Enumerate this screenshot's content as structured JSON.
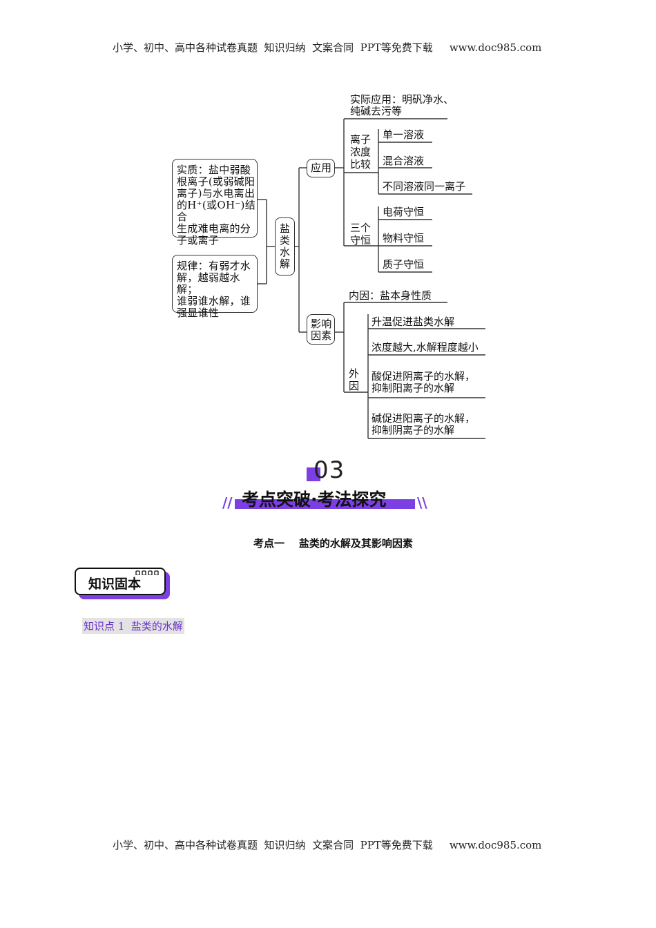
{
  "header": {
    "text": "小学、初中、高中各种试卷真题  知识归纳  文案合同  PPT等免费下载",
    "url": "www.doc985.com"
  },
  "footer": {
    "text": "小学、初中、高中各种试卷真题  知识归纳  文案合同  PPT等免费下载",
    "url": "www.doc985.com"
  },
  "mindmap": {
    "center": [
      "盐",
      "类",
      "水",
      "解"
    ],
    "left_essence": [
      "实质：盐中弱酸",
      "根离子(或弱碱阳",
      "离子)与水电离出",
      "的H⁺(或OH⁻)结合",
      "生成难电离的分",
      "子或离子"
    ],
    "left_rule": [
      "规律：有弱才水",
      "解，越弱越水解；",
      "谁弱谁水解，谁",
      "强显谁性"
    ],
    "application": "应用",
    "practical": [
      "实际应用：明矾净水、",
      "纯碱去污等"
    ],
    "ion_compare": [
      "离子",
      "浓度",
      "比较"
    ],
    "ion_items": [
      "单一溶液",
      "混合溶液",
      "不同溶液同一离子"
    ],
    "three_cons": [
      "三个",
      "守恒"
    ],
    "cons_items": [
      "电荷守恒",
      "物料守恒",
      "质子守恒"
    ],
    "factors": [
      "影响",
      "因素"
    ],
    "internal": "内因：盐本身性质",
    "external": [
      "外",
      "因"
    ],
    "ext_items": [
      [
        "升温促进盐类水解"
      ],
      [
        "浓度越大,水解程度越小"
      ],
      [
        "酸促进阴离子的水解，",
        "抑制阳离子的水解"
      ],
      [
        "碱促进阳离子的水解，",
        "抑制阴离子的水解"
      ]
    ]
  },
  "section": {
    "number": "03",
    "title": "考点突破·考法探究",
    "left_deco": "//",
    "right_deco": "\\\\",
    "kaodian": "考点一    盐类的水解及其影响因素",
    "tag": "知识固本",
    "zhishidian": "知识点 1  盐类的水解"
  },
  "colors": {
    "accent": "#7b3fe4",
    "zsd_bg": "#e3e3e3",
    "zsd_text": "#6a2fc9"
  }
}
